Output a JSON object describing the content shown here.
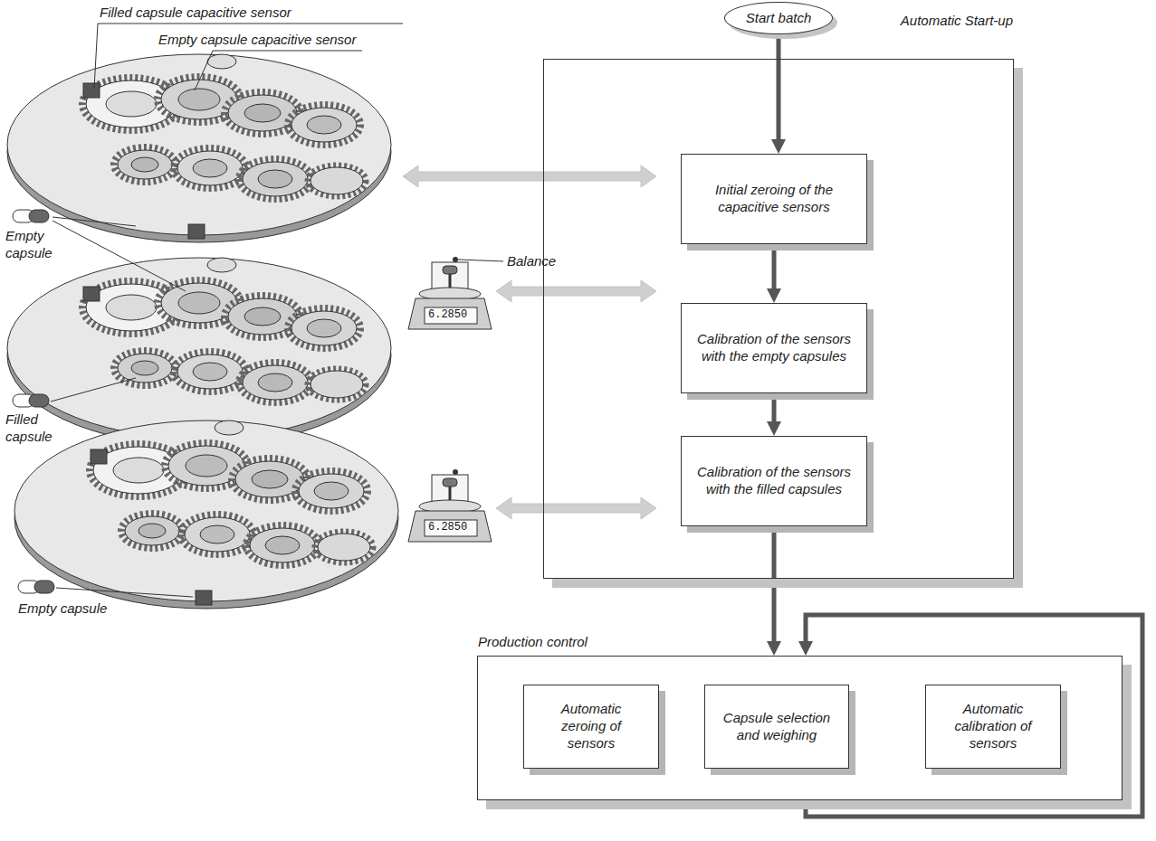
{
  "diagram": {
    "nodes": [
      {
        "text": [
          "Start batch"
        ]
      },
      {
        "text": [
          "Automatic Start-up"
        ]
      },
      {
        "text": [
          "Initial zeroing of the capacitive sensors"
        ],
        "in": 1
      },
      {
        "text": [
          "Calibration of the sensors with the empty capsules"
        ],
        "in": 1
      },
      {
        "text": [
          "Calibration of the sensors with the filled capsules"
        ],
        "in": 1
      },
      {
        "text": [
          "Production control"
        ]
      },
      {
        "text": [
          "Automatic zeroing of sensors"
        ],
        "in": 5
      },
      {
        "text": [
          "Capsule selection and weighing"
        ],
        "in": 5
      },
      {
        "text": [
          "Automatic calibration of sensors"
        ],
        "in": 5
      }
    ],
    "edges": [
      {
        "from": 0,
        "to": 2,
        "arrow": "to"
      },
      {
        "from": 2,
        "to": 3,
        "arrow": "to"
      },
      {
        "from": 3,
        "to": 4,
        "arrow": "to"
      },
      {
        "from": 4,
        "to": 5,
        "arrow": "to"
      },
      {
        "from": 5,
        "to": 5,
        "arrow": "to"
      }
    ],
    "labels": [
      "Filled capsule capacitive sensor",
      "Empty capsule capacitive sensor",
      "Empty capsule",
      "Balance",
      "Filled capsule",
      "Empty capsule",
      "6.2850",
      "6.2850"
    ]
  }
}
